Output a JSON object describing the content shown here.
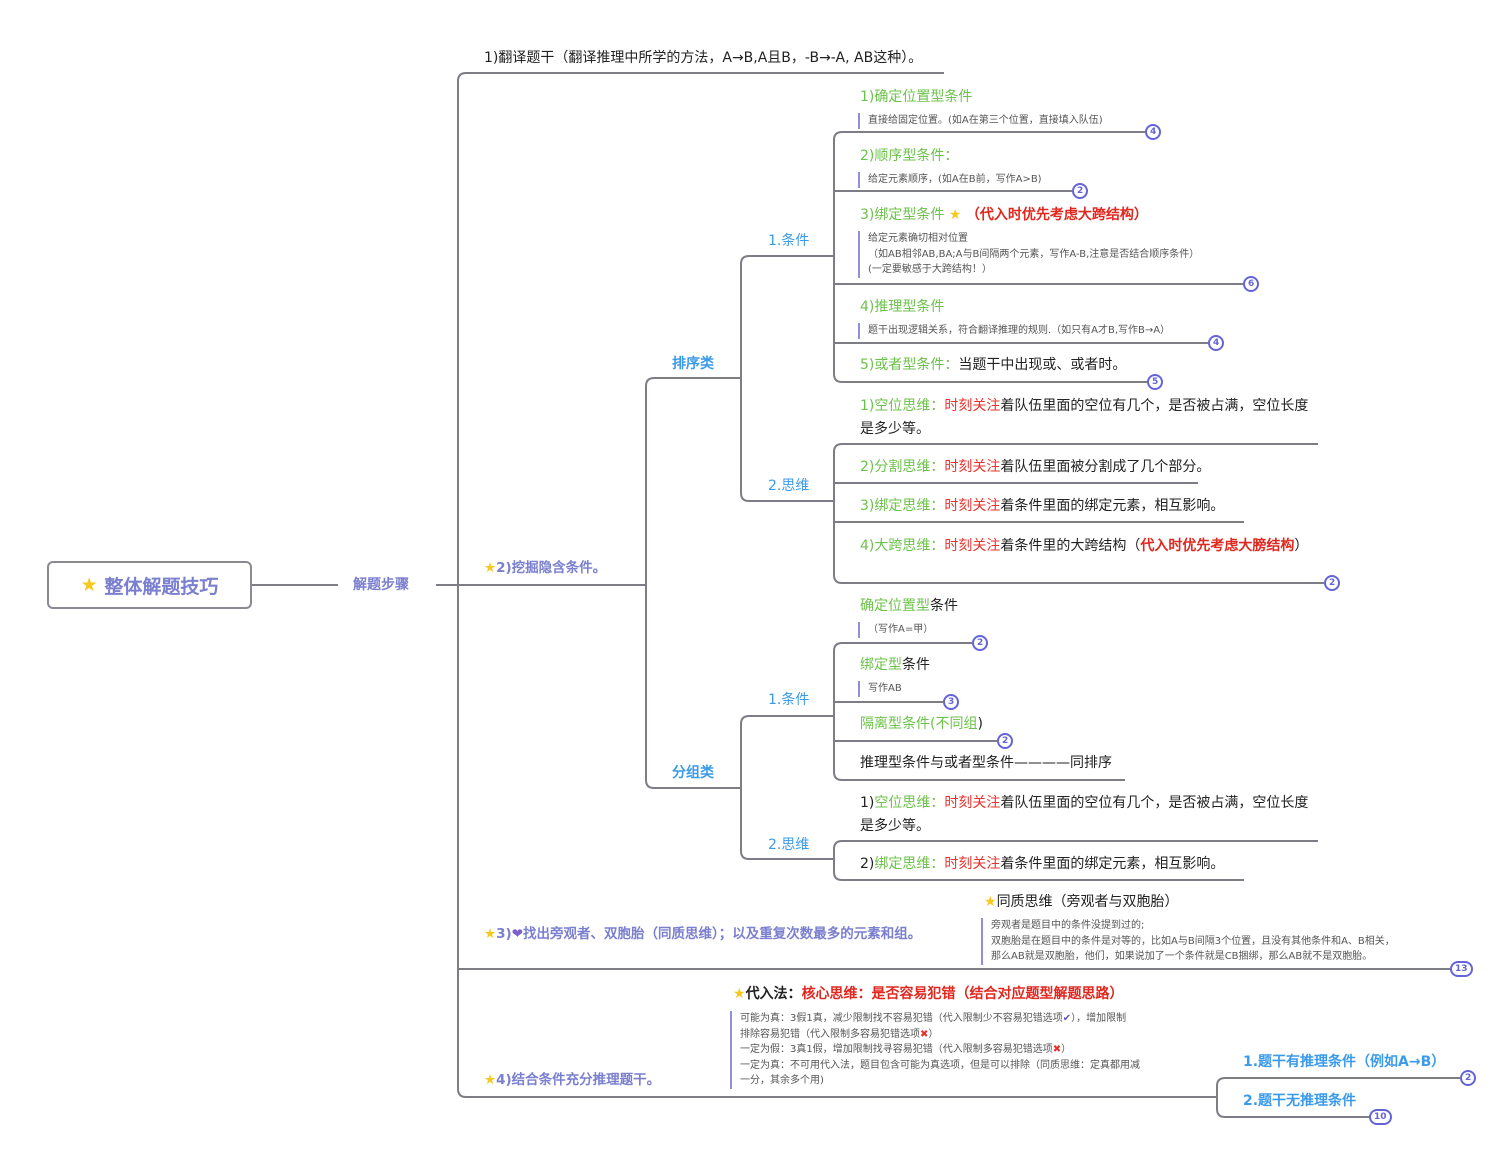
{
  "root": {
    "icon": "star-icon",
    "title": "整体解题技巧"
  },
  "main_branch": {
    "label": "解题步骤"
  },
  "colors": {
    "accent": "#7b7fcf",
    "category": "#3b9bea",
    "green": "#6cc24a",
    "red": "#e8312c",
    "badge": "#6464d8",
    "star": "#f7c81e"
  },
  "step1": {
    "label": "1)翻译题干（翻译推理中所学的方法，A→B,A且B，-B→-A, AB这种）。"
  },
  "step2": {
    "icon": "star-icon",
    "label": "2)挖掘隐含条件。",
    "sort": {
      "label": "排序类",
      "conditions": {
        "label": "1.条件",
        "items": [
          {
            "title": "1)确定位置型条件",
            "note": "直接给固定位置。(如A在第三个位置，直接填入队伍)",
            "badge": "4"
          },
          {
            "title": "2)顺序型条件：",
            "note": "给定元素顺序，(如A在B前，写作A>B)",
            "badge": "2"
          },
          {
            "title": "3)绑定型条件",
            "icon": "star-icon",
            "emphasis": "（代入时优先考虑大跨结构）",
            "note_lines": [
              "给定元素确切相对位置",
              "（如AB相邻AB,BA;A与B间隔两个元素，写作A-B,注意是否结合顺序条件）",
              "(一定要敏感于大跨结构！）"
            ],
            "badge": "6"
          },
          {
            "title": "4)推理型条件",
            "note": "题干出现逻辑关系，符合翻译推理的规则.（如只有A才B,写作B→A）",
            "badge": "4"
          },
          {
            "title": "5)或者型条件：",
            "text": "当题干中出现或、或者时。",
            "badge": "5"
          }
        ]
      },
      "thinking": {
        "label": "2.思维",
        "items": [
          {
            "prefix": "1)空位思维：",
            "focus": "时刻关注",
            "text": "着队伍里面的空位有几个，是否被占满，空位长度是多少等。"
          },
          {
            "prefix": "2)分割思维：",
            "focus": "时刻关注",
            "text": "着队伍里面被分割成了几个部分。"
          },
          {
            "prefix": "3)绑定思维：",
            "focus": "时刻关注",
            "text": "着条件里面的绑定元素，相互影响。"
          },
          {
            "prefix": "4)大跨思维：",
            "focus": "时刻关注",
            "text": "着条件里的大跨结构（",
            "emphasis": "代入时优先考虑大膀结构",
            "suffix": "）",
            "badge": "2"
          }
        ]
      }
    },
    "group": {
      "label": "分组类",
      "conditions": {
        "label": "1.条件",
        "items": [
          {
            "green": "确定位置型",
            "black": "条件",
            "note": "（写作A=甲）",
            "badge": "2"
          },
          {
            "green": "绑定型",
            "black": "条件",
            "note": "写作AB",
            "badge": "3"
          },
          {
            "green": "隔离型条件(不同组",
            "black": ")",
            "badge": "2"
          },
          {
            "black": "推理型条件与或者型条件————同排序"
          }
        ]
      },
      "thinking": {
        "label": "2.思维",
        "items": [
          {
            "num": "1)",
            "prefix": "空位思维：",
            "focus": "时刻关注",
            "text": "着队伍里面的空位有几个，是否被占满，空位长度是多少等。"
          },
          {
            "num": "2)",
            "prefix": "绑定思维：",
            "focus": "时刻关注",
            "text": "着条件里面的绑定元素，相互影响。"
          }
        ]
      }
    }
  },
  "step3": {
    "icon": "star-icon",
    "heart": "heart-icon",
    "label_num": "3)",
    "label": "找出旁观者、双胞胎（同质思维）；以及重复次数最多的元素和组。",
    "child": {
      "icon": "star-icon",
      "title": "同质思维（旁观者与双胞胎）",
      "note_lines": [
        "旁观者是题目中的条件没提到过的;",
        "双胞胎是在题目中的条件是对等的，比如A与B间隔3个位置，且没有其他条件和A、B相关，",
        "那么AB就是双胞胎，他们，如果说加了一个条件就是CB捆绑，那么AB就不是双胞胎。"
      ],
      "badge": "13"
    }
  },
  "step4": {
    "icon": "star-icon",
    "label": "4)结合条件充分推理题干。",
    "substitution": {
      "icon": "star-icon",
      "title": "代入法：",
      "emphasis": "核心思维：是否容易犯错（结合对应题型解题思路）",
      "lines": [
        {
          "text": "可能为真：3假1真，减少限制找不容易犯错（代入限制少不容易犯错选项",
          "mark": "✔",
          "after": "），增加限制"
        },
        {
          "text": "排除容易犯错（代入限制多容易犯错选项",
          "mark": "✖",
          "after": "）"
        },
        {
          "text": "一定为假：3真1假，增加限制找寻容易犯错（代入限制多容易犯错选项",
          "mark": "✖",
          "after": "）"
        },
        {
          "text": "一定为真：不可用代入法，题目包含可能为真选项，但是可以排除（同质思维：定真都用减",
          "mark": "",
          "after": ""
        },
        {
          "text": "一分，其余多个用)",
          "mark": "",
          "after": ""
        }
      ]
    },
    "children": [
      {
        "label": "1.题干有推理条件（例如A→B）",
        "badge": "2"
      },
      {
        "label": "2.题干无推理条件",
        "badge": "10"
      }
    ]
  }
}
